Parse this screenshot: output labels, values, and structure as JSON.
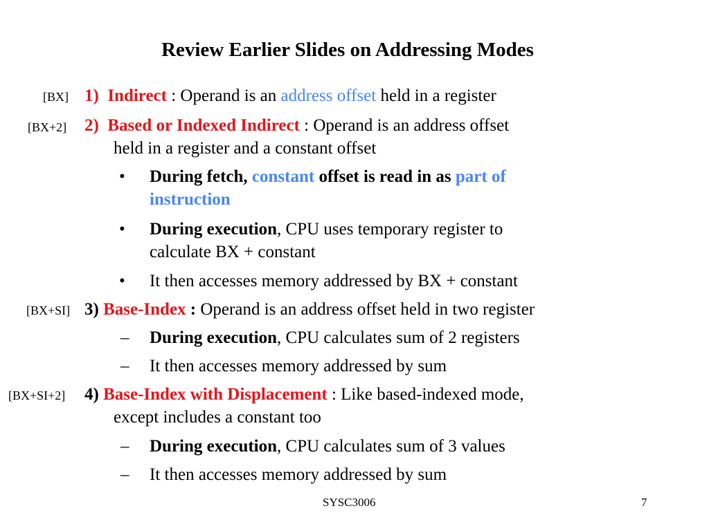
{
  "colors": {
    "red": "#e2161c",
    "blue": "#4a86f0"
  },
  "title": "Review Earlier Slides on Addressing Modes",
  "modes": [
    {
      "tag": "[BX]",
      "number": "1)",
      "name": "Indirect",
      "text_a": " : Operand is an ",
      "highlight": "address offset",
      "text_b": " held in a register"
    },
    {
      "tag": "[BX+2]",
      "number": "2)",
      "name": "Based or Indexed Indirect",
      "text_a": " : Operand is an address offset",
      "text_cont": "held in a register and a constant offset",
      "bullets": [
        {
          "marker": "•",
          "b1": "During fetch, ",
          "h1": "constant",
          "b2": " offset is read in as ",
          "h2": "part of",
          "h3": "instruction"
        },
        {
          "marker": "•",
          "b1": "During execution",
          "t1": ", CPU uses temporary register to",
          "t2": "calculate BX + constant"
        },
        {
          "marker": "•",
          "t1": "It then accesses memory addressed  by BX + constant"
        }
      ]
    },
    {
      "tag": "[BX+SI]",
      "number": "3)",
      "name": "Base-Index",
      "colon": " :",
      "text_a": " Operand is an address offset held in two register",
      "bullets": [
        {
          "marker": "–",
          "b1": "During execution",
          "t1": ", CPU calculates sum of 2 registers"
        },
        {
          "marker": "–",
          "t1": "It then accesses memory addressed by sum"
        }
      ]
    },
    {
      "tag": "[BX+SI+2]",
      "number": "4)",
      "name": "Base-Index with Displacement",
      "text_a": " : Like based-indexed mode,",
      "text_cont": "except includes a constant too",
      "bullets": [
        {
          "marker": "–",
          "b1": "During execution",
          "t1": ", CPU calculates sum of 3 values"
        },
        {
          "marker": "–",
          "t1": "It then accesses memory addressed by sum"
        }
      ]
    }
  ],
  "footer": {
    "course": "SYSC3006",
    "page": "7"
  }
}
